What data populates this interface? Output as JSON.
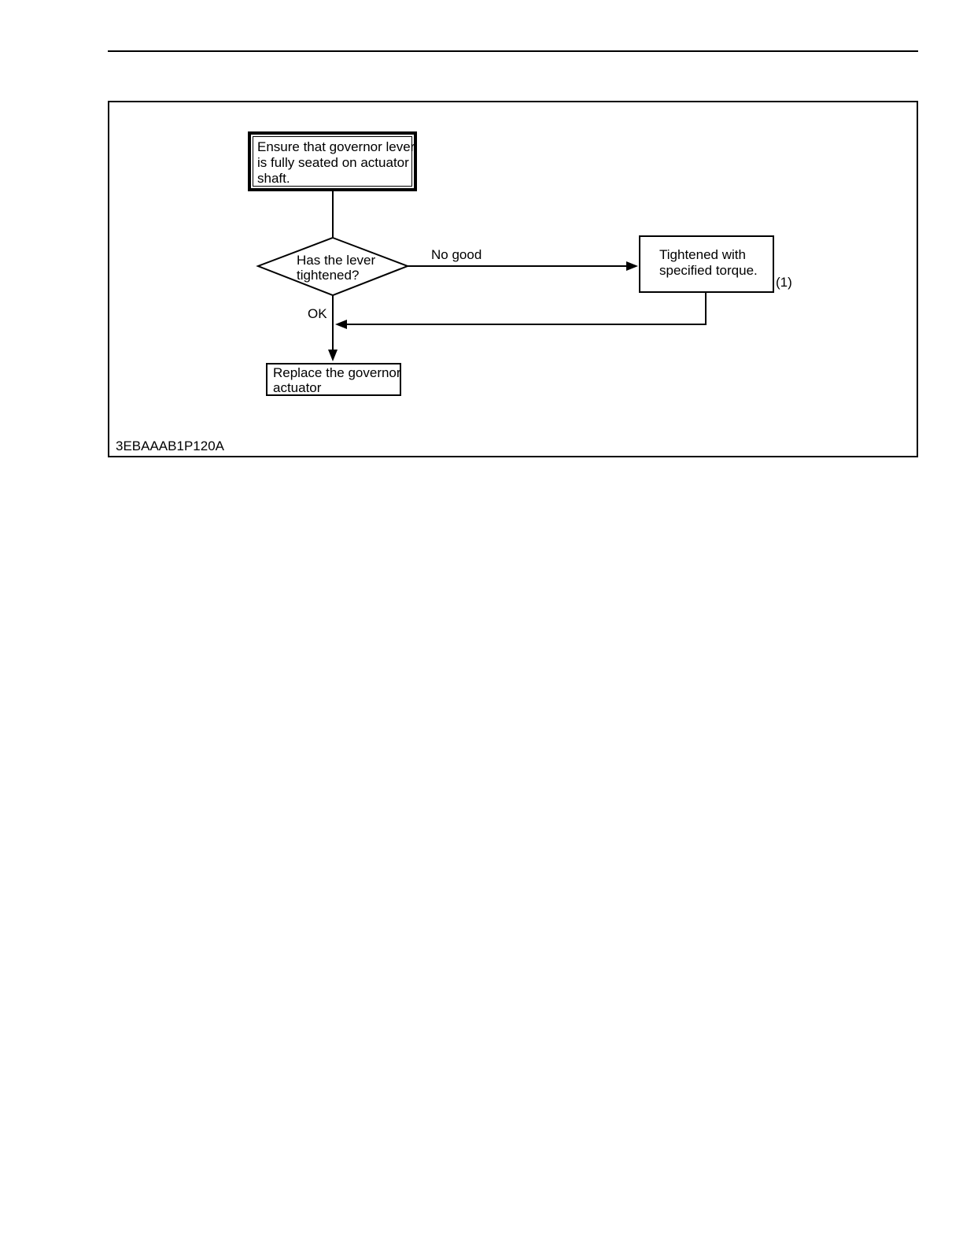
{
  "page": {
    "background": "#ffffff",
    "line_color": "#000000",
    "figure_code": "3EBAAAB1P120A"
  },
  "flowchart": {
    "start": {
      "lines": [
        "Ensure that governor lever",
        "is fully seated on actuator",
        "shaft."
      ]
    },
    "decision": {
      "lines": [
        "Has the lever",
        "tightened?"
      ]
    },
    "branch_no_good": {
      "label": "No good"
    },
    "branch_ok": {
      "label": "OK"
    },
    "remedy": {
      "lines": [
        "Tightened with",
        "specified torque."
      ],
      "ref": "(1)"
    },
    "end": {
      "lines": [
        "Replace the governor",
        "actuator"
      ]
    }
  }
}
